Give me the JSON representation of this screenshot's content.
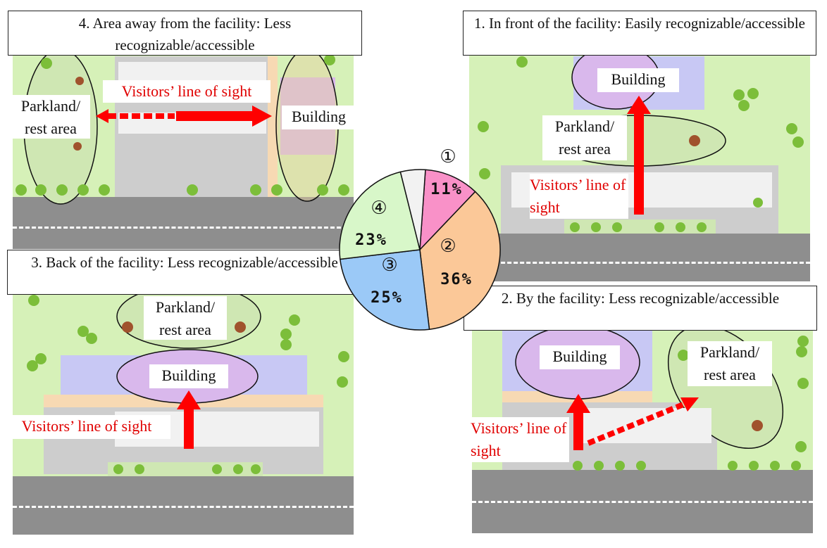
{
  "panels": {
    "p4": {
      "caption": "4. Area away from the facility: Less recognizable/accessible",
      "parkland": "Parkland/ rest area",
      "building": "Building",
      "sight": "Visitors’ line of sight"
    },
    "p1": {
      "caption": "1. In front of the facility: Easily recognizable/accessible",
      "parkland": "Parkland/ rest area",
      "building": "Building",
      "sight": "Visitors’ line of sight"
    },
    "p3": {
      "caption": "3. Back of the facility: Less recognizable/accessible",
      "parkland": "Parkland/ rest area",
      "building": "Building",
      "sight": "Visitors’ line of sight"
    },
    "p2": {
      "caption": "2. By the facility: Less recognizable/accessible",
      "parkland": "Parkland/ rest area",
      "building": "Building",
      "sight": "Visitors’ line of sight"
    }
  },
  "pie": {
    "slices": [
      {
        "marker": "①",
        "label": "11%",
        "value": 11,
        "color": "#f991c8"
      },
      {
        "marker": "②",
        "label": "36%",
        "value": 36,
        "color": "#fbc898"
      },
      {
        "marker": "③",
        "label": "25%",
        "value": 25,
        "color": "#9bc9f7"
      },
      {
        "marker": "④",
        "label": "23%",
        "value": 23,
        "color": "#d8f7c9"
      },
      {
        "marker": "",
        "label": "",
        "value": 5,
        "color": "#f2f2f2"
      }
    ]
  },
  "colors": {
    "arrow": "#ff0000",
    "parkland": "#cfe7b3",
    "building": "#d9b8ec",
    "grass": "#d6f1b8",
    "road": "#8e8e8e"
  }
}
